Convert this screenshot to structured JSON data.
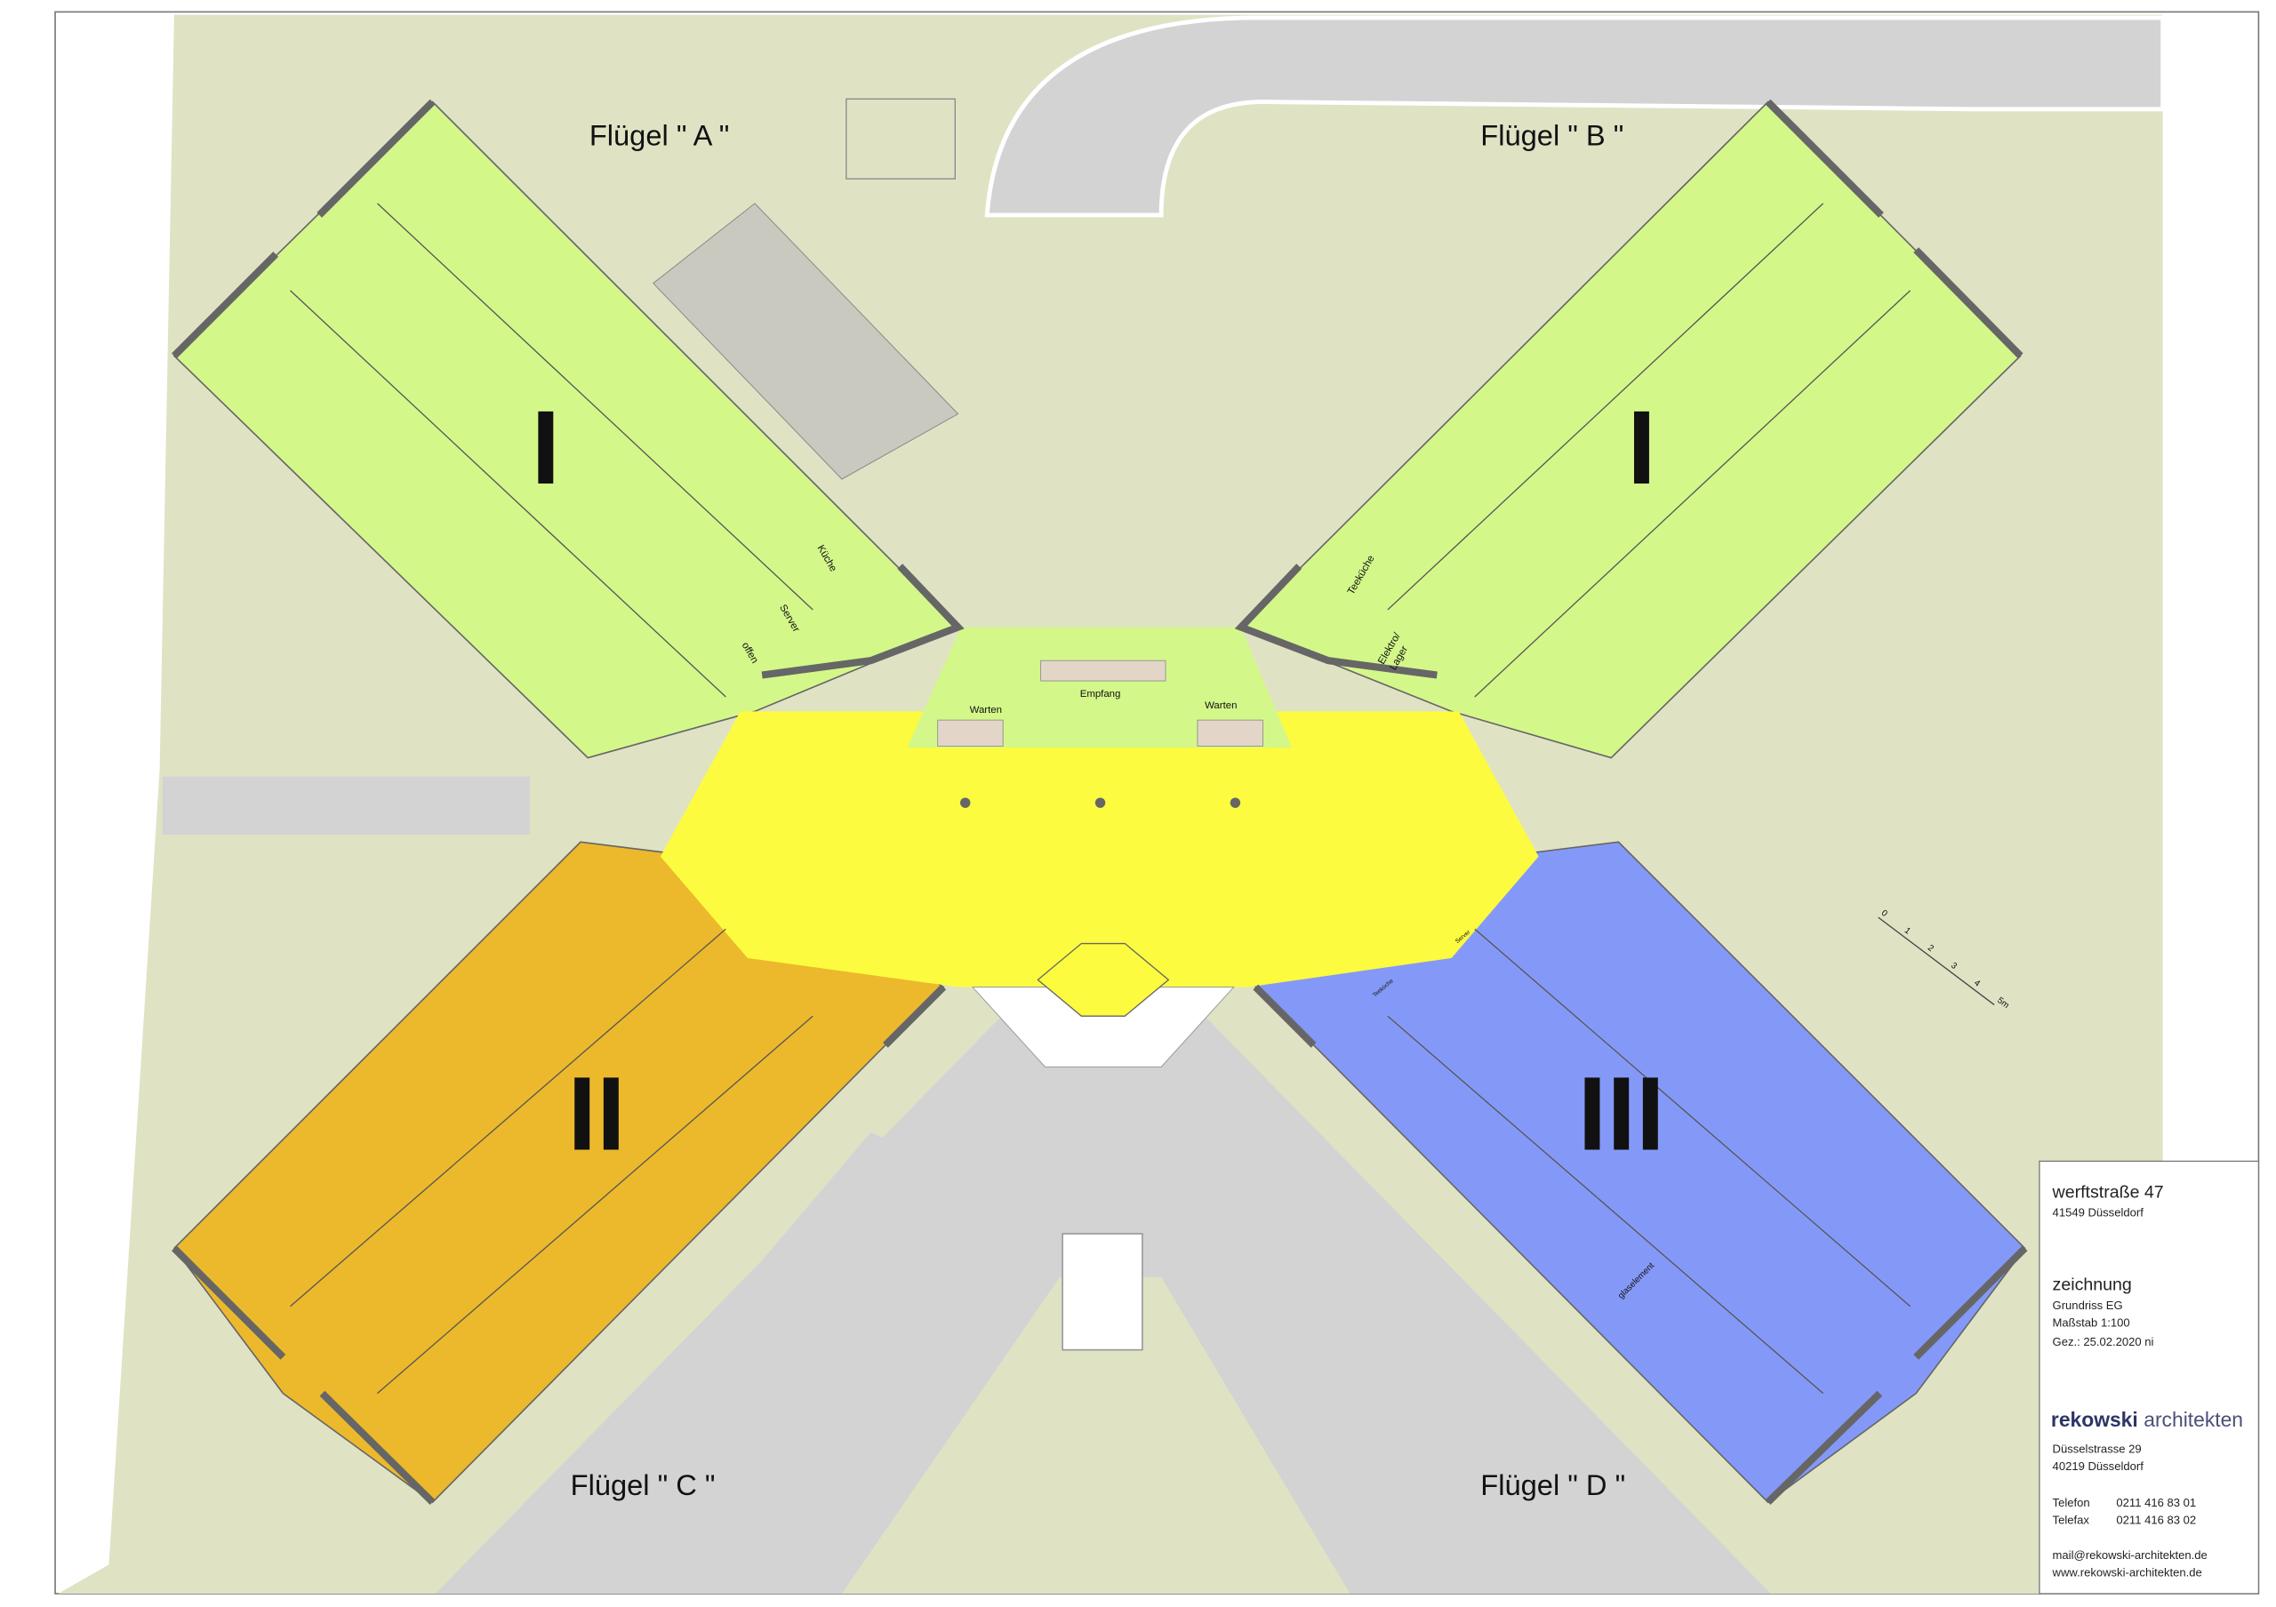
{
  "wings": {
    "a": {
      "label": "Flügel \" A \"",
      "unit": "I",
      "color": "#d4f78a"
    },
    "b": {
      "label": "Flügel \" B \"",
      "unit": "I",
      "color": "#d4f78a"
    },
    "c": {
      "label": "Flügel \" C \"",
      "unit": "II",
      "color": "#ecb92c"
    },
    "d": {
      "label": "Flügel \" D \"",
      "unit": "III",
      "color": "#8499f7"
    }
  },
  "central_color": "#fdfb3f",
  "site_color": "#dfe3c4",
  "road_color": "#d3d3d3",
  "rooms": {
    "kueche": "Küche",
    "server": "Server",
    "offen": "offen",
    "teekueche": "Teeküche",
    "elektro": "Elektro/",
    "lager": "Lager",
    "empfang": "Empfang",
    "warten_left": "Warten",
    "warten_right": "Warten",
    "teekueche_d": "Teeküche",
    "server_d": "Server",
    "glaselement": "glaselement"
  },
  "scale_bar": {
    "ticks": [
      "0",
      "1",
      "2",
      "3",
      "4",
      "5m"
    ]
  },
  "title_block": {
    "address_line1": "werftstraße  47",
    "address_line2": "41549  Düsseldorf",
    "drawing_heading": "zeichnung",
    "drawing_name": "Grundriss EG",
    "scale": "Maßstab  1:100",
    "drawn": "Gez.: 25.02.2020 ni",
    "firm_bold": "rekowski",
    "firm_light": "architekten",
    "firm_street": "Düsselstrasse 29",
    "firm_city": "40219 Düsseldorf",
    "phone_label": "Telefon",
    "phone": "0211  416 83 01",
    "fax_label": "Telefax",
    "fax": "0211  416 83 02",
    "email": "mail@rekowski-architekten.de",
    "web": "www.rekowski-architekten.de"
  }
}
